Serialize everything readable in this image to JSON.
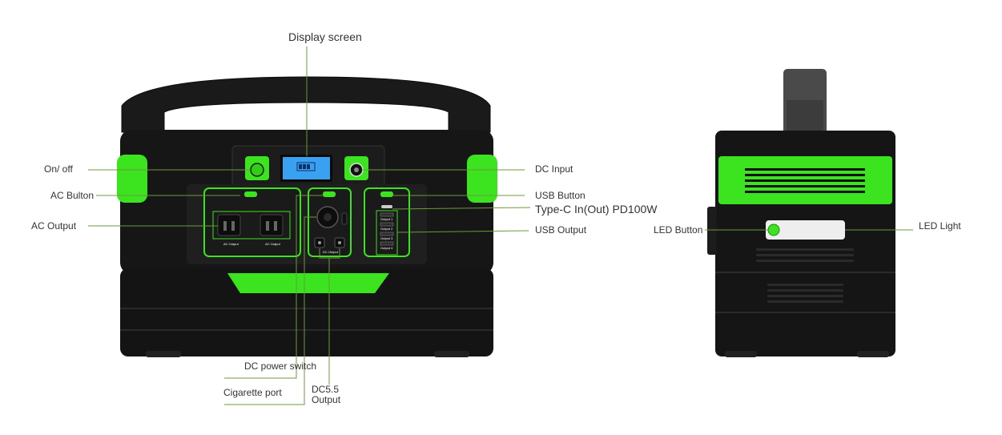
{
  "labels": {
    "display_screen": "Display screen",
    "on_off": "On/ off",
    "ac_button": "AC Bulton",
    "ac_output": "AC Output",
    "dc_input": "DC Input",
    "usb_button": "USB Button",
    "type_c": "Type-C In(Out) PD100W",
    "usb_output": "USB Output",
    "led_button": "LED Button",
    "led_light": "LED Light",
    "dc_power_switch": "DC power switch",
    "cigarette_port": "Cigarette port",
    "dc55_line1": "DC5.5",
    "dc55_line2": "Output"
  },
  "panel_text": {
    "ac_output_left": "AC Output",
    "ac_output_right": "AC Output",
    "usb_out_1": "Output 1",
    "usb_out_2": "Output 2",
    "usb_out_3": "Output 3",
    "usb_out_4": "Output 4",
    "dc_output": "DC Output"
  },
  "colors": {
    "accent_green": "#39e01e",
    "body_black": "#151515",
    "leader_line": "#6b9a3a",
    "lcd_blue": "#3aa0f0"
  }
}
